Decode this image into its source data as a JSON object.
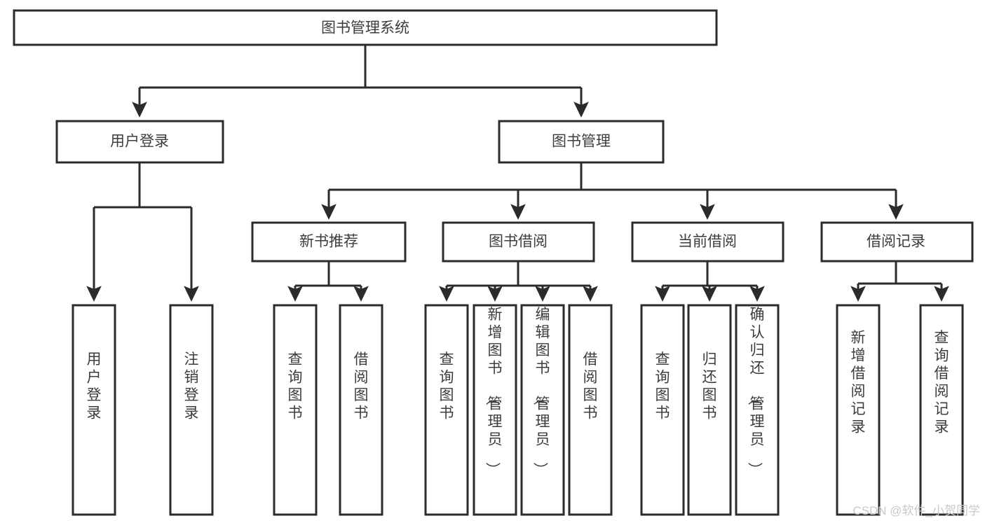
{
  "diagram": {
    "title": "图书管理系统",
    "type": "tree",
    "watermark": "CSDN @软件_小贺同学",
    "colors": {
      "background": "#ffffff",
      "box_fill": "#ffffff",
      "box_stroke": "#2b2b2b",
      "text": "#3c3c3c",
      "watermark": "#c9c9c9"
    },
    "levels": {
      "level1": [
        "图书管理系统"
      ],
      "level2": [
        "用户登录",
        "图书管理"
      ],
      "level3": [
        "新书推荐",
        "图书借阅",
        "当前借阅",
        "借阅记录"
      ],
      "level4": [
        "用户登录",
        "注销登录",
        "查询图书",
        "借阅图书",
        "查询图书",
        "新增图书（管理员）",
        "编辑图书（管理员）",
        "借阅图书",
        "查询图书",
        "归还图书",
        "确认归还（管理员）",
        "新增借阅记录",
        "查询借阅记录"
      ]
    },
    "nodes": {
      "root": {
        "label": "图书管理系统"
      },
      "user_login": {
        "label": "用户登录"
      },
      "book_manage": {
        "label": "图书管理"
      },
      "new_book_rec": {
        "label": "新书推荐"
      },
      "book_borrow": {
        "label": "图书借阅"
      },
      "current_borrow": {
        "label": "当前借阅"
      },
      "borrow_record": {
        "label": "借阅记录"
      },
      "leaf_user_login": {
        "label": "用户登录"
      },
      "leaf_user_logout": {
        "label": "注销登录"
      },
      "leaf_rec_query": {
        "label": "查询图书"
      },
      "leaf_rec_borrow": {
        "label": "借阅图书"
      },
      "leaf_borrow_query": {
        "label": "查询图书"
      },
      "leaf_borrow_add": {
        "label": "新增图书（管理员）"
      },
      "leaf_borrow_edit": {
        "label": "编辑图书（管理员）"
      },
      "leaf_borrow_lend": {
        "label": "借阅图书"
      },
      "leaf_cur_query": {
        "label": "查询图书"
      },
      "leaf_cur_return": {
        "label": "归还图书"
      },
      "leaf_cur_confirm": {
        "label": "确认归还（管理员）"
      },
      "leaf_rcd_add": {
        "label": "新增借阅记录"
      },
      "leaf_rcd_query": {
        "label": "查询借阅记录"
      }
    },
    "edges": [
      {
        "from": "root",
        "to": "user_login"
      },
      {
        "from": "root",
        "to": "book_manage"
      },
      {
        "from": "user_login",
        "to": "leaf_user_login"
      },
      {
        "from": "user_login",
        "to": "leaf_user_logout"
      },
      {
        "from": "book_manage",
        "to": "new_book_rec"
      },
      {
        "from": "book_manage",
        "to": "book_borrow"
      },
      {
        "from": "book_manage",
        "to": "current_borrow"
      },
      {
        "from": "book_manage",
        "to": "borrow_record"
      },
      {
        "from": "new_book_rec",
        "to": "leaf_rec_query"
      },
      {
        "from": "new_book_rec",
        "to": "leaf_rec_borrow"
      },
      {
        "from": "book_borrow",
        "to": "leaf_borrow_query"
      },
      {
        "from": "book_borrow",
        "to": "leaf_borrow_add"
      },
      {
        "from": "book_borrow",
        "to": "leaf_borrow_edit"
      },
      {
        "from": "book_borrow",
        "to": "leaf_borrow_lend"
      },
      {
        "from": "current_borrow",
        "to": "leaf_cur_query"
      },
      {
        "from": "current_borrow",
        "to": "leaf_cur_return"
      },
      {
        "from": "current_borrow",
        "to": "leaf_cur_confirm"
      },
      {
        "from": "borrow_record",
        "to": "leaf_rcd_add"
      },
      {
        "from": "borrow_record",
        "to": "leaf_rcd_query"
      }
    ]
  }
}
